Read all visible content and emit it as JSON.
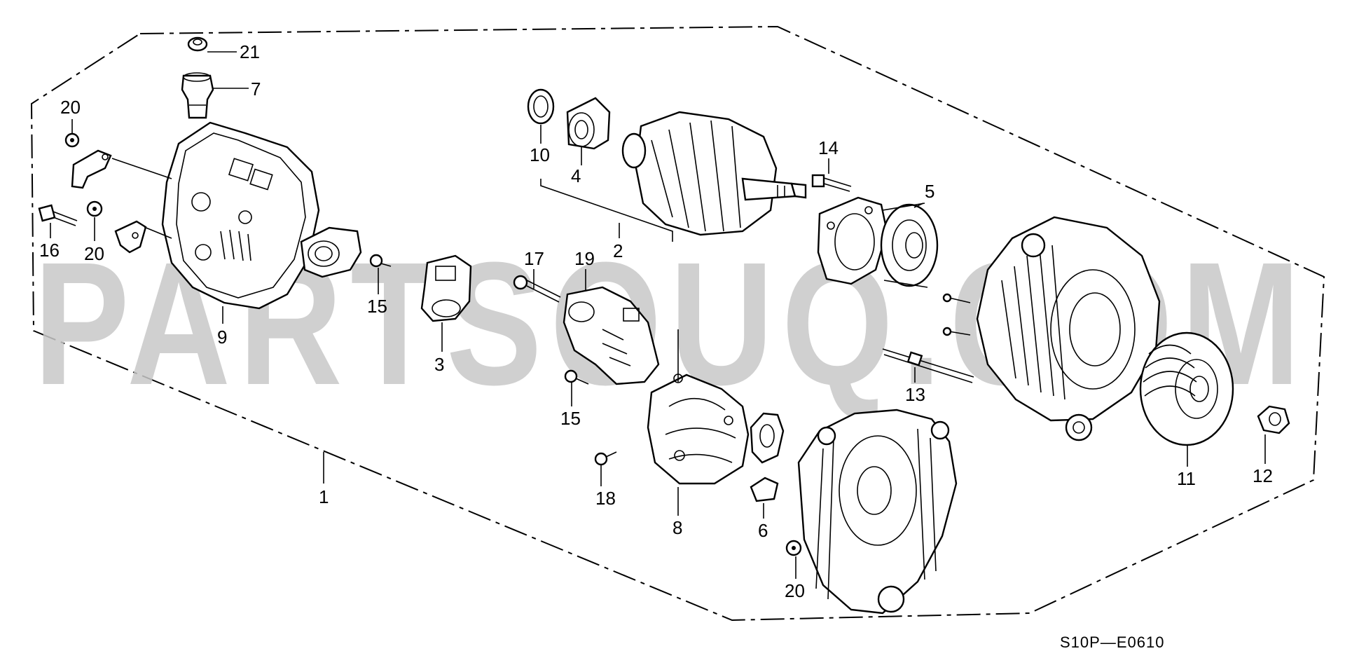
{
  "watermark": "PARTSOUQ.COM",
  "diagram_code": "S10P—E0610",
  "callouts": {
    "c1": "1",
    "c2": "2",
    "c3": "3",
    "c4": "4",
    "c5": "5",
    "c6": "6",
    "c7": "7",
    "c8": "8",
    "c9": "9",
    "c10": "10",
    "c11": "11",
    "c12": "12",
    "c13": "13",
    "c14": "14",
    "c15a": "15",
    "c15b": "15",
    "c16": "16",
    "c17": "17",
    "c18": "18",
    "c19": "19",
    "c20a": "20",
    "c20b": "20",
    "c20c": "20",
    "c21": "21"
  }
}
